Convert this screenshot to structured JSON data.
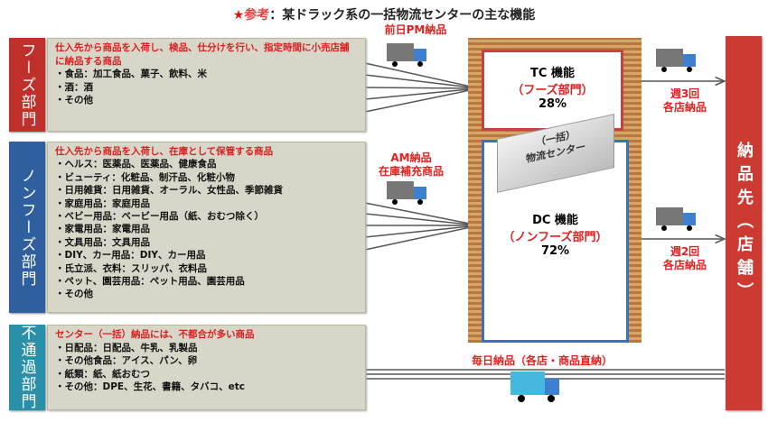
{
  "title": {
    "star": "★",
    "ref": "参考",
    "rest": "：某ドラック系の一括物流センターの主な機能"
  },
  "food": {
    "label": "フーズ部門",
    "head": "仕入先から商品を入荷し、検品、仕分けを行い、指定時間に小売店舗に納品する商品",
    "items": [
      "・食品：加工食品、菓子、飲料、米",
      "・酒：酒",
      "・その他"
    ]
  },
  "nonfood": {
    "label": "ノンフーズ部門",
    "head": "仕入先から商品を入荷し、在庫として保管する商品",
    "items": [
      "・ヘルス：医薬品、医薬品、健康食品",
      "・ビューティ：化粧品、制汗品、化粧小物",
      "・日用雑貨：日用雑貨、オーラル、女性品、季節雑貨",
      "・家庭用品：家庭用品",
      "・ベビー用品：ベービー用品（紙、おむつ除く）",
      "・家電用品：家電用品",
      "・文具用品：文具用品",
      "・DIY、カー用品：DIY、カー用品",
      "・氏立派、衣料：スリッパ、衣料品",
      "・ペット、園芸用品：ペット用品、園芸用品",
      "・その他"
    ]
  },
  "nonpass": {
    "label": "不通過部門",
    "head": "センター（一括）納品には、不都合が多い商品",
    "items": [
      "・日配品：日配品、牛乳、乳製品",
      "・その他食品：アイス、パン、卵",
      "・紙類：紙、紙おむつ",
      "・その他：DPE、生花、書籍、タバコ、etc"
    ]
  },
  "delivery": {
    "pm": "前日PM納品",
    "am": "AM納品",
    "am2": "在庫補充商品",
    "daily": "毎日納品（各店・商品直納）"
  },
  "tc": {
    "title": "TC 機能",
    "sub": "（フーズ部門）",
    "pct": "28%"
  },
  "dc": {
    "title": "DC 機能",
    "sub": "（ノンフーズ部門）",
    "pct": "72%"
  },
  "center": {
    "line1": "（一括）",
    "line2": "物流センター"
  },
  "out": {
    "tc_freq": "週3回",
    "tc_freq2": "各店納品",
    "dc_freq": "週2回",
    "dc_freq2": "各店納品"
  },
  "store": {
    "label": "納品先（店舗）"
  },
  "colors": {
    "food": "#c0302a",
    "nonfood": "#2f5f9f",
    "nonpass": "#2a8fa8",
    "store": "#cc3a32"
  }
}
